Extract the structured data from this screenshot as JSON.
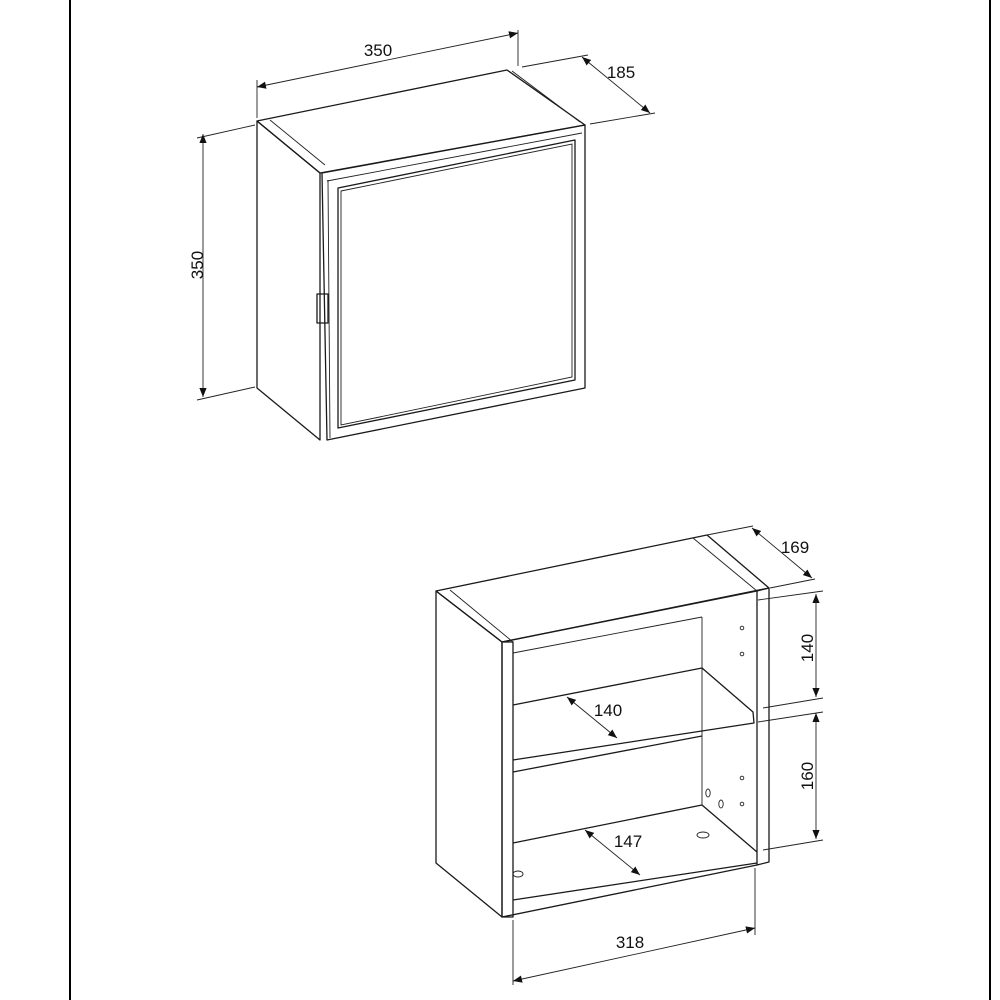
{
  "upper_cabinet": {
    "width_label": "350",
    "depth_label": "185",
    "height_label": "350"
  },
  "open_shelf": {
    "depth_label": "169",
    "upper_compartment_height_label": "140",
    "lower_compartment_height_label": "160",
    "shelf_depth_label": "140",
    "bottom_depth_label": "147",
    "inner_width_label": "318"
  }
}
